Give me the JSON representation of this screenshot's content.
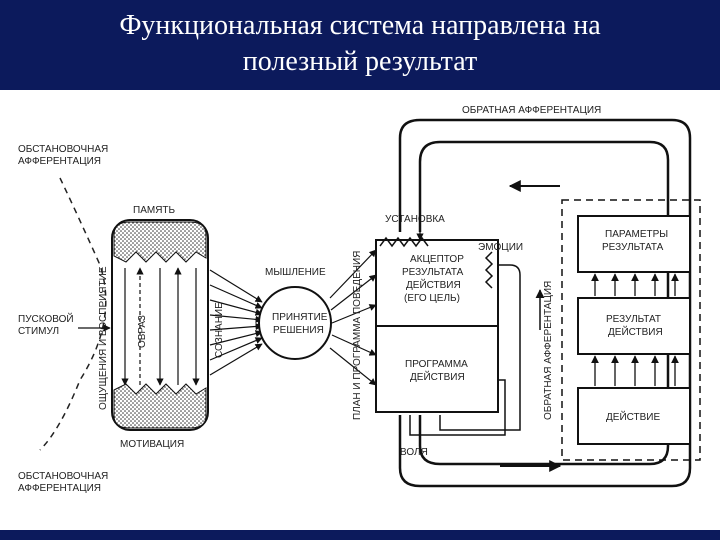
{
  "slide": {
    "title_line1": "Функциональная система направлена на",
    "title_line2": "полезный результат"
  },
  "diagram": {
    "labels": {
      "reverse_afferentation_top": "ОБРАТНАЯ АФФЕРЕНТАЦИЯ",
      "situational_afferentation_1a": "ОБСТАНОВОЧНАЯ",
      "situational_afferentation_1b": "АФФЕРЕНТАЦИЯ",
      "memory": "ПАМЯТЬ",
      "trigger_1": "ПУСКОВОЙ",
      "trigger_2": "СТИМУЛ",
      "sensations": "ОЩУЩЕНИЯ И ВОСПРИЯТИЕ",
      "image": "ОБРАЗ",
      "consciousness": "СОЗНАНИЕ",
      "motivation": "МОТИВАЦИЯ",
      "situational_afferentation_2a": "ОБСТАНОВОЧНАЯ",
      "situational_afferentation_2b": "АФФЕРЕНТАЦИЯ",
      "thinking": "МЫШЛЕНИЕ",
      "decision_1": "ПРИНЯТИЕ",
      "decision_2": "РЕШЕНИЯ",
      "behavior_plan": "ПЛАН И ПРОГРАММА ПОВЕДЕНИЯ",
      "setting": "УСТАНОВКА",
      "emotions": "ЭМОЦИИ",
      "acceptor_1": "АКЦЕПТОР",
      "acceptor_2": "РЕЗУЛЬТАТА",
      "acceptor_3": "ДЕЙСТВИЯ",
      "acceptor_4": "(ЕГО ЦЕЛЬ)",
      "program_1": "ПРОГРАММА",
      "program_2": "ДЕЙСТВИЯ",
      "will": "ВОЛЯ",
      "reverse_afferentation_side": "ОБРАТНАЯ АФФЕРЕНТАЦИЯ",
      "params_1": "ПАРАМЕТРЫ",
      "params_2": "РЕЗУЛЬТАТА",
      "result_1": "РЕЗУЛЬТАТ",
      "result_2": "ДЕЙСТВИЯ",
      "action": "ДЕЙСТВИЕ"
    }
  }
}
